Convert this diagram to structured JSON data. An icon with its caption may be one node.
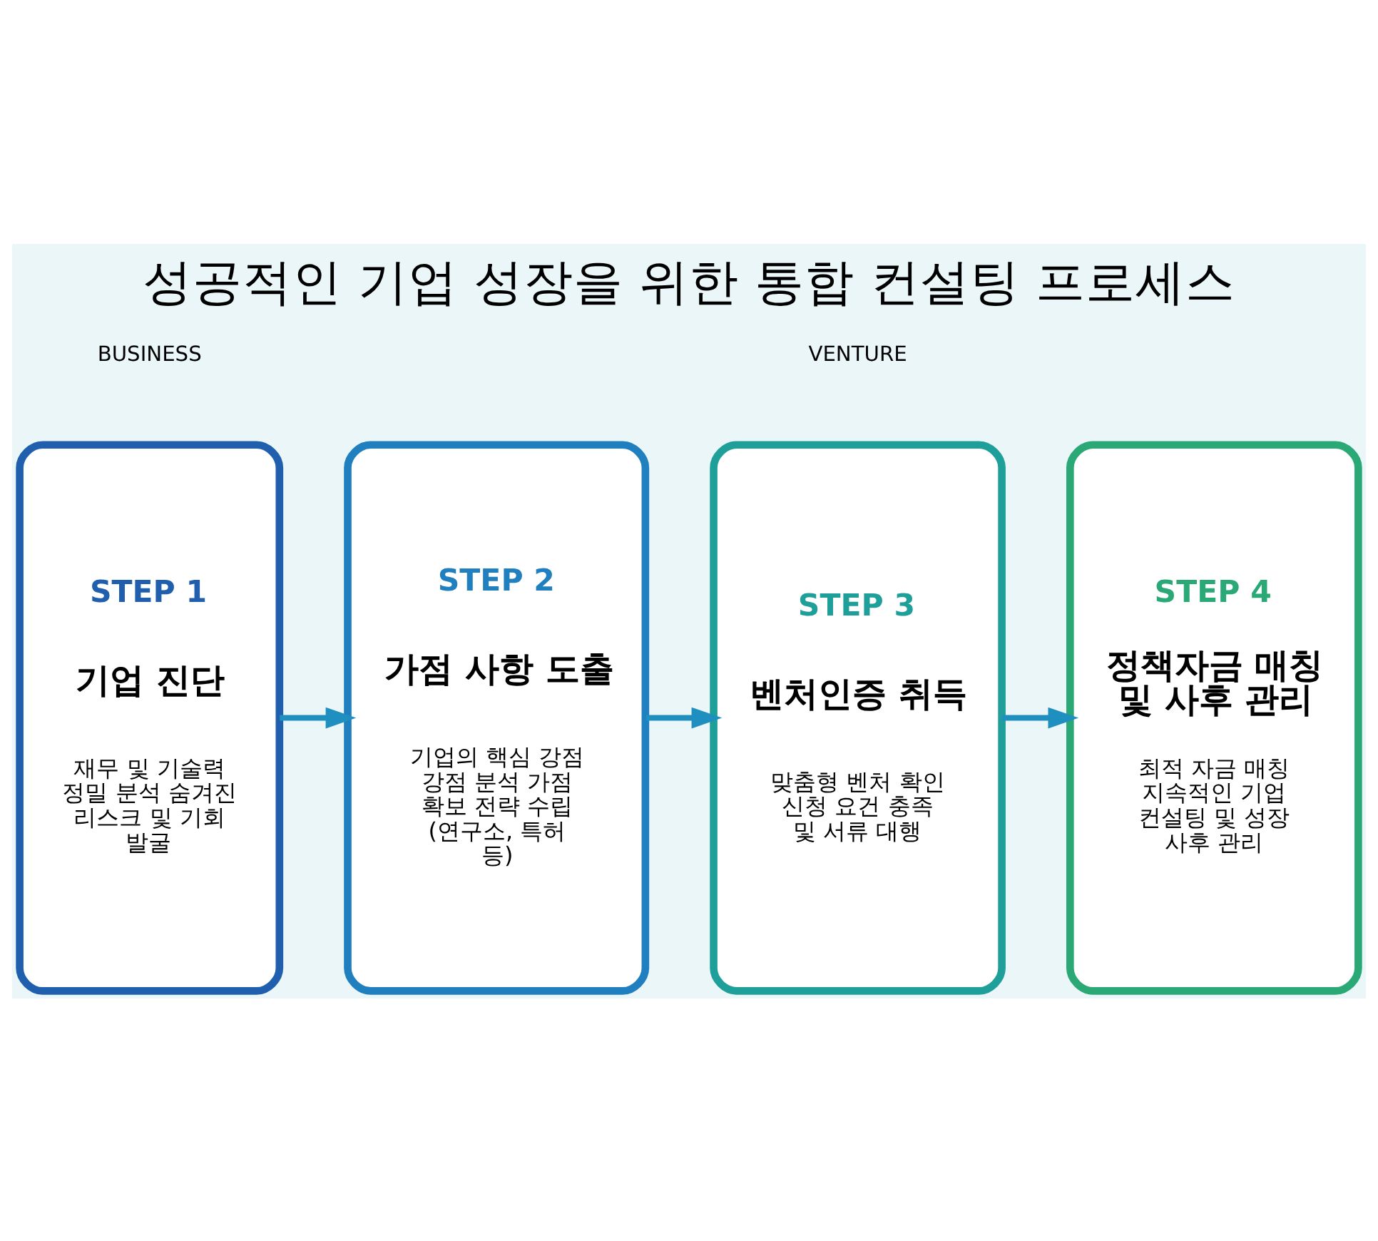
{
  "diagram": {
    "title": "성공적인 기업 성장을 위한 통합 컨설팅 프로세스",
    "nodes": [
      {
        "text": [
          "STEP 1",
          "기업 진단",
          "재무 및 기술력 정밀 분석 숨겨진 리스크 및 기회 발굴"
        ]
      },
      {
        "text": [
          "STEP 2",
          "가점 사항 도출",
          "기업의 핵심 강점 강점 분석 가점 확보 전략 수립 (연구소, 특허 등)"
        ]
      },
      {
        "text": [
          "STEP 3",
          "벤처인증 취득",
          "맞춤형 벤처 확인 신청 요건 충족 및 서류 대행"
        ]
      },
      {
        "text": [
          "STEP 4",
          "정책자금 매칭 및 사후 관리",
          "최적 자금 매칭 지속적인 기업 컨설팅 및 성장 사후 관리"
        ]
      }
    ],
    "edges": [
      {
        "from": 0,
        "to": 1,
        "arrow": "to"
      },
      {
        "from": 1,
        "to": 2,
        "arrow": "to"
      },
      {
        "from": 2,
        "to": 3,
        "arrow": "to"
      }
    ],
    "labels": [
      "BUSINESS",
      "VENTURE"
    ]
  }
}
